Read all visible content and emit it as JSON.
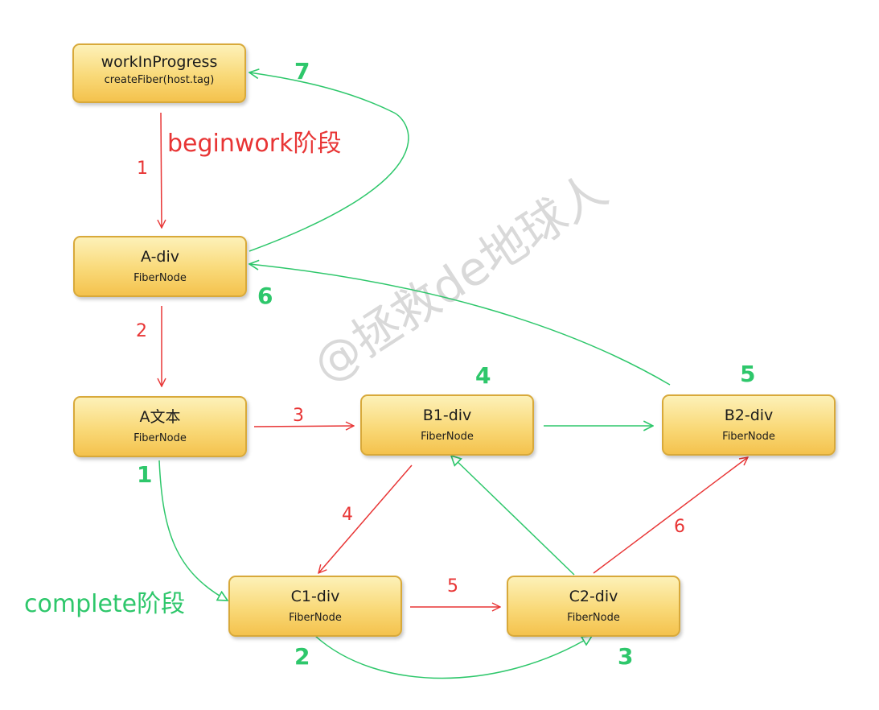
{
  "watermark": "@拯救de地球人",
  "nodes": {
    "workInProgress": {
      "title": "workInProgress",
      "sub": "createFiber(host.tag)"
    },
    "a_div": {
      "title": "A-div",
      "sub": "FiberNode"
    },
    "a_text": {
      "title": "A文本",
      "sub": "FiberNode"
    },
    "b1_div": {
      "title": "B1-div",
      "sub": "FiberNode"
    },
    "b2_div": {
      "title": "B2-div",
      "sub": "FiberNode"
    },
    "c1_div": {
      "title": "C1-div",
      "sub": "FiberNode"
    },
    "c2_div": {
      "title": "C2-div",
      "sub": "FiberNode"
    }
  },
  "phases": {
    "beginwork": "beginwork阶段",
    "complete": "complete阶段"
  },
  "begin_steps": [
    "1",
    "2",
    "3",
    "4",
    "5",
    "6"
  ],
  "complete_steps": [
    "1",
    "2",
    "3",
    "4",
    "5",
    "6",
    "7"
  ],
  "colors": {
    "beginwork": "#e83535",
    "complete": "#2ec76b",
    "node_fill": "#f9d978",
    "node_border": "#d8a93a"
  }
}
